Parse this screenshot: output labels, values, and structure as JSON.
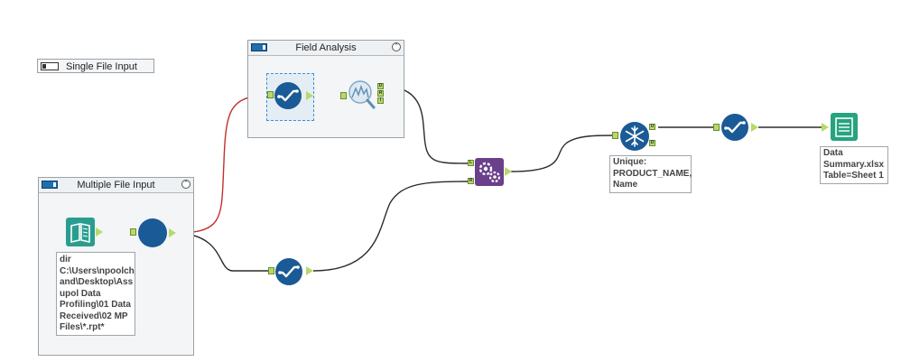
{
  "containers": {
    "field_analysis": {
      "title": "Field Analysis",
      "collapse_glyph": "⌃"
    },
    "multiple_file_input": {
      "title": "Multiple File Input",
      "collapse_glyph": "⌃"
    },
    "single_file_input": {
      "title": "Single File Input"
    }
  },
  "annotations": {
    "directory": {
      "lines": [
        "dir",
        "C:\\Users\\npoolch",
        "and\\Desktop\\Ass",
        "upol Data",
        "Profiling\\01 Data",
        "Received\\02 MP",
        "Files\\*.rpt*"
      ]
    },
    "unique": {
      "lines": [
        "Unique:",
        "PRODUCT_NAME,",
        "Name"
      ]
    },
    "output": {
      "lines": [
        "Data",
        "Summary.xlsx",
        "Table=Sheet 1"
      ]
    }
  },
  "anchors": {
    "field_summary": [
      "D",
      "R",
      "I"
    ],
    "join": [
      "L",
      "R"
    ],
    "unique": [
      "U",
      "D"
    ]
  },
  "colors": {
    "tool_blue": "#1a5a96",
    "teal_input": "#2a9d8f",
    "output_green": "#26a37f",
    "join_purple": "#6a3f8c",
    "connection_dark": "#2b2b2b",
    "connection_red": "#c0312d",
    "connection_blue": "#3b55c8"
  },
  "icons": {
    "input": "book-icon",
    "select": "checkmark-icon",
    "field_summary": "field-summary-icon",
    "join": "gears-icon",
    "unique": "snowflake-icon",
    "output": "file-output-icon"
  }
}
